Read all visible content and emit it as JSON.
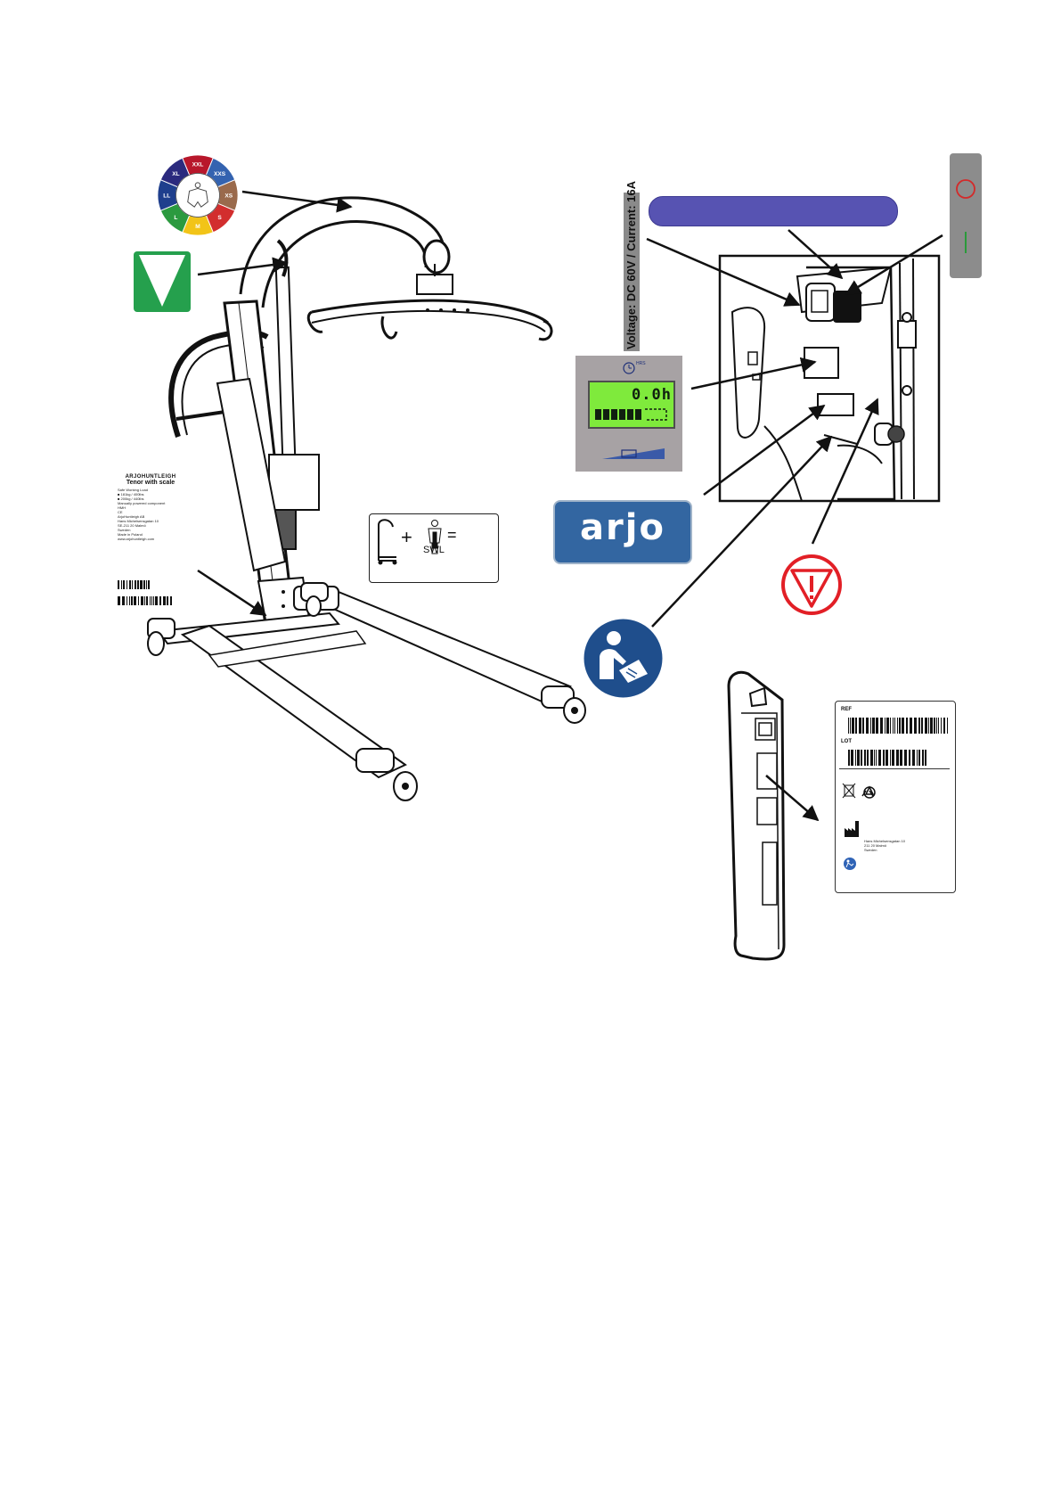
{
  "size_chart": {
    "segments": [
      {
        "label": "XXL",
        "color": "#b8172b"
      },
      {
        "label": "XXS",
        "color": "#3463b0"
      },
      {
        "label": "XS",
        "color": "#9a6a4c"
      },
      {
        "label": "S",
        "color": "#d22e2e"
      },
      {
        "label": "M",
        "color": "#f2c418"
      },
      {
        "label": "L",
        "color": "#2b9a3f"
      },
      {
        "label": "LL",
        "color": "#1f3f8d"
      },
      {
        "label": "XL",
        "color": "#2b2a7e"
      }
    ]
  },
  "device_label": {
    "brand": "ARJOHUNTLEIGH",
    "model": "Tenor with scale",
    "lines": [
      "Safe Working Load",
      "■ 181kg / 400lbs",
      "■ 200kg / 440lbs",
      "Manually powered component",
      "HMH",
      "CE",
      "ArjoHuntleigh AB",
      "Hans Michelsensgatan 10",
      "SE-211 20 Malmö",
      "Sweden",
      "Made in Poland",
      "www.arjohuntleigh.com"
    ]
  },
  "swl_equation": {
    "plus": "+",
    "equals": "=",
    "label": "SWL"
  },
  "battery_info": {
    "text": "Voltage: DC 60V / Current: 16A"
  },
  "onoff_panel": {
    "off_symbol": "O",
    "on_symbol": "|",
    "off_color": "#d32a2a",
    "on_color": "#2a9a3a"
  },
  "hour_meter": {
    "unit_label": "HRS",
    "reading": "0.0h",
    "bars": 6
  },
  "brand_logo": {
    "text": "arjo",
    "color": "#3366a1"
  },
  "icons": {
    "caution": "caution-triangle-icon",
    "manual": "read-manual-icon",
    "slide": "slide-direction-icon",
    "weee": "weee-bin-icon",
    "recycle": "recycle-icon",
    "manufacturer": "manufacturer-icon"
  },
  "battery_label": {
    "ref": "REF",
    "lot": "LOT",
    "address": [
      "Hans Michelsensgatan 10",
      "211 20 Malmö",
      "Sweden"
    ]
  },
  "colors": {
    "banner_purple": "#5753b2",
    "badge_green": "#25a04d",
    "caution_red": "#e21f26",
    "manual_blue": "#1f4e8c",
    "lcd_green": "#7fea3c"
  }
}
